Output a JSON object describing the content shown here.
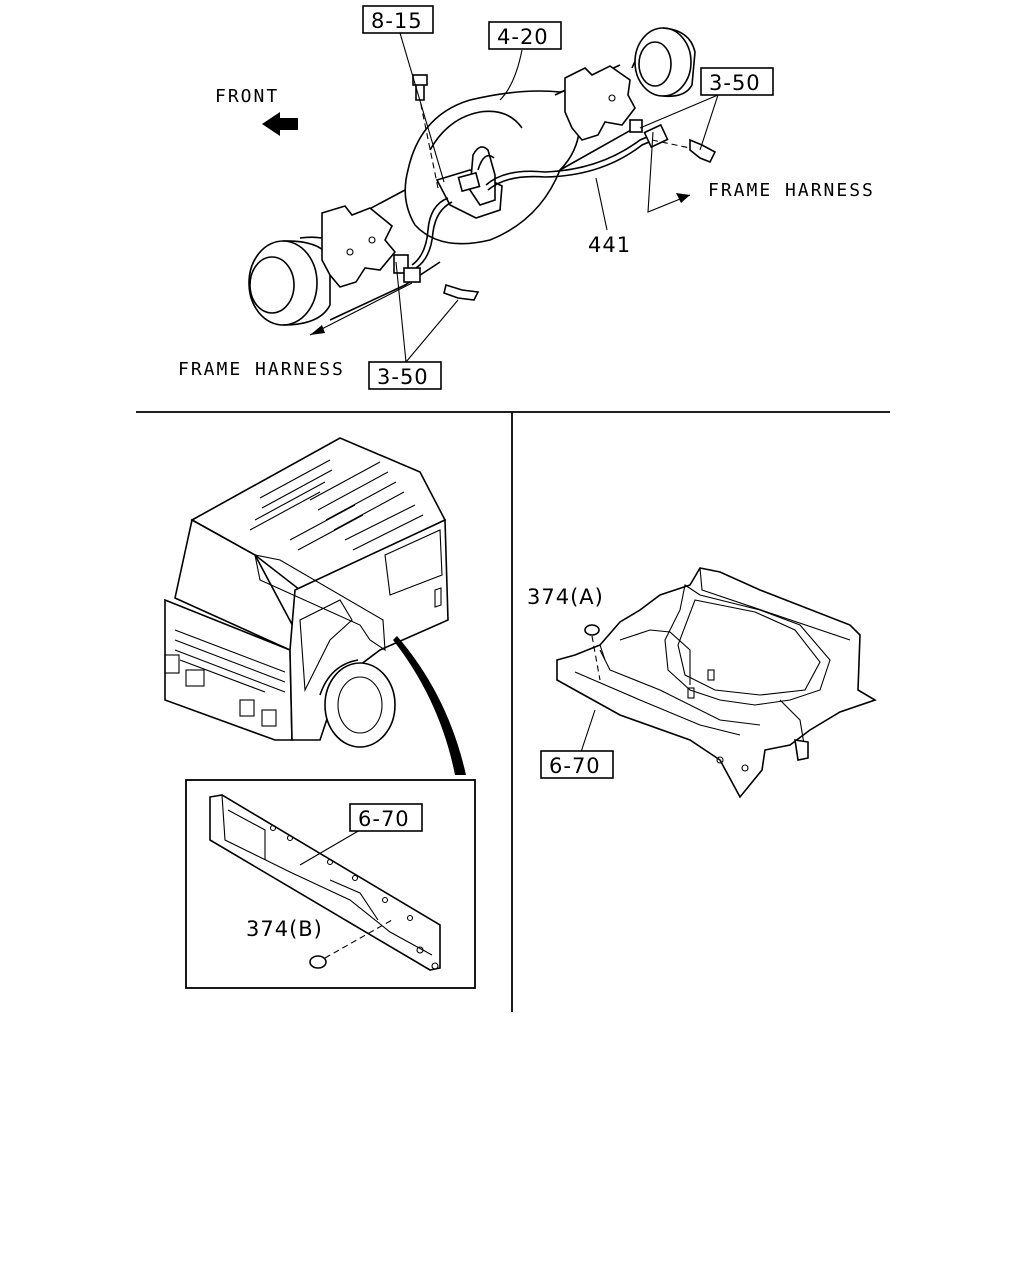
{
  "callouts": {
    "top_8_15": "8-15",
    "top_4_20": "4-20",
    "top_3_50_right": "3-50",
    "top_3_50_bottom": "3-50",
    "part_441": "441",
    "inset_6_70": "6-70",
    "right_6_70": "6-70",
    "part_374a": "374(A)",
    "part_374b": "374(B)"
  },
  "labels": {
    "front": "FRONT",
    "frame_harness_right": "FRAME HARNESS",
    "frame_harness_left": "FRAME HARNESS"
  }
}
